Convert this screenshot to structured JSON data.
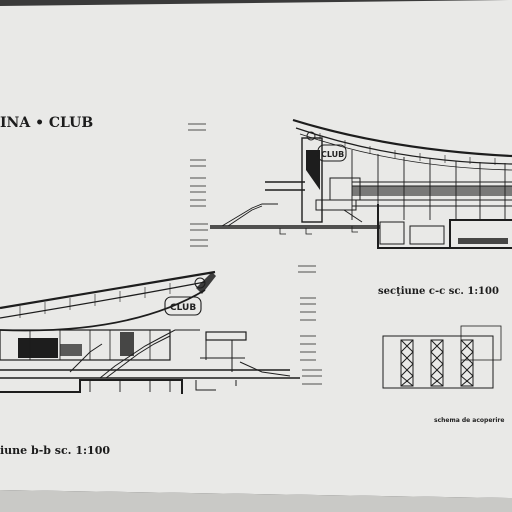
{
  "title": "INA • CLUB",
  "section_cc": "secţiune  c-c  sc. 1:100",
  "section_bb": "iune  b-b  sc. 1:100",
  "roof_scheme": "schema  de  acoperire",
  "club_sign": "CLUB"
}
